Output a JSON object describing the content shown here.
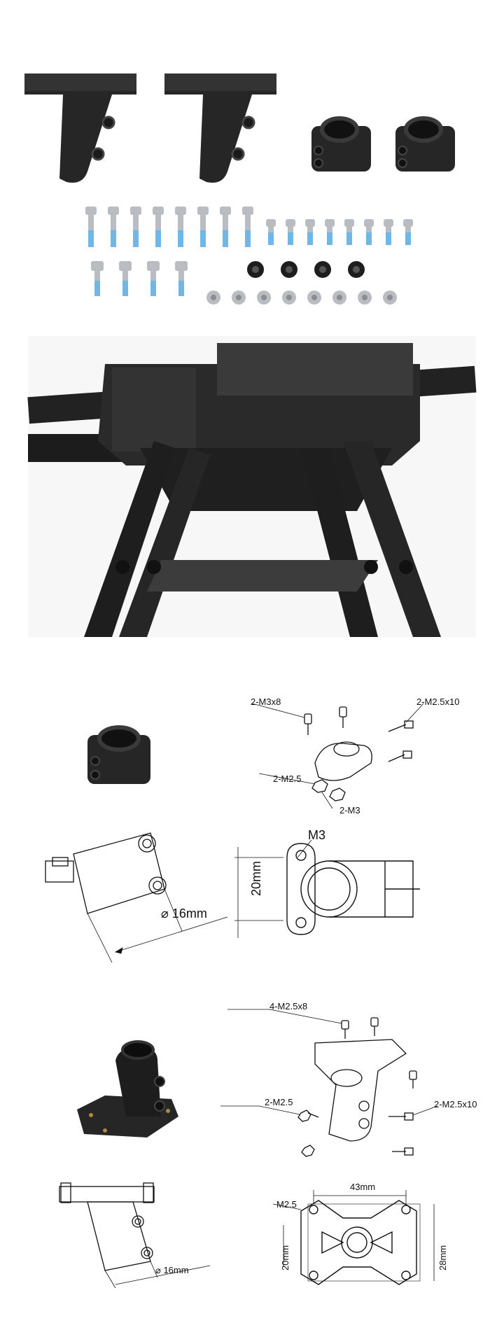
{
  "photo_section": {
    "mounts_row": [
      "mount-base",
      "mount-base",
      "clamp",
      "clamp"
    ]
  },
  "clamp_section": {
    "exploded_labels": {
      "screw_a": "2-M3x8",
      "screw_b": "2-M2.5x10",
      "nut_a": "2-M2.5",
      "nut_b": "2-M3"
    },
    "side_view": {
      "diameter": "16mm"
    },
    "front_view": {
      "hole": "M3",
      "height": "20mm"
    }
  },
  "base_section": {
    "exploded_labels": {
      "screw_a": "4-M2.5x8",
      "nut_a": "2-M2.5",
      "screw_b": "2-M2.5x10"
    },
    "side_view": {
      "diameter": "16mm"
    },
    "top_view": {
      "width": "43mm",
      "hole": "M2.5",
      "height_left": "20mm",
      "height_right": "28mm"
    }
  },
  "colors": {
    "part": "#1e1e1e",
    "carbon": "#2a2a2a",
    "steel": "#b9bcc0",
    "thread": "#6fb7e6",
    "line": "#111111"
  }
}
